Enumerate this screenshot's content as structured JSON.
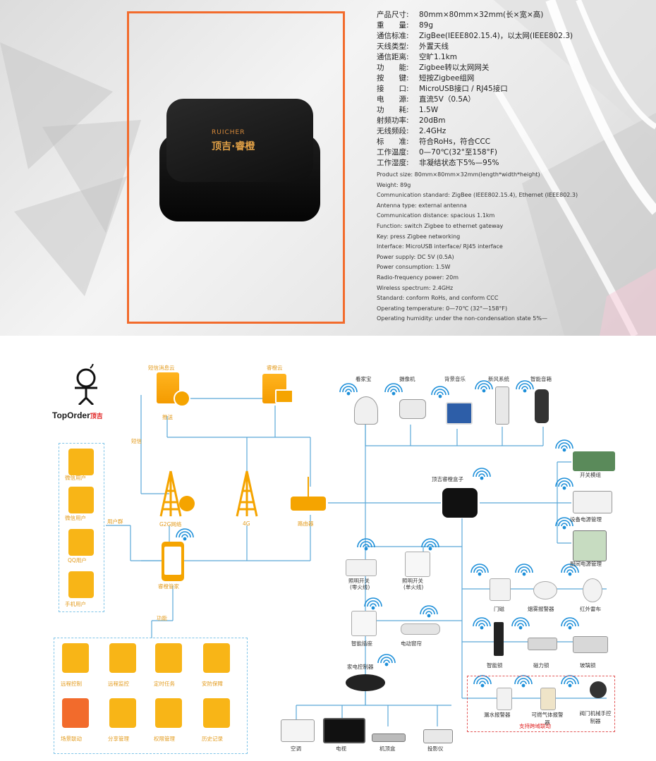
{
  "product": {
    "brand_en": "RUICHER",
    "brand_cn": "顶吉·睿橙"
  },
  "specs_cn": [
    {
      "k": "产品尺寸:",
      "v": "80mm×80mm×32mm(长×宽×高)"
    },
    {
      "k": "重　　量:",
      "v": "89g"
    },
    {
      "k": "通信标准:",
      "v": "ZigBee(IEEE802.15.4)，以太网(IEEE802.3)"
    },
    {
      "k": "天线类型:",
      "v": "外置天线"
    },
    {
      "k": "通信距离:",
      "v": "空旷1.1km"
    },
    {
      "k": "功　　能:",
      "v": "Zigbee转以太网网关"
    },
    {
      "k": "按　　键:",
      "v": "短按Zigbee组网"
    },
    {
      "k": "接　　口:",
      "v": "MicroUSB接口 / RJ45接口"
    },
    {
      "k": "电　　源:",
      "v": "直流5V（0.5A）"
    },
    {
      "k": "功　　耗:",
      "v": "1.5W"
    },
    {
      "k": "射频功率:",
      "v": "20dBm"
    },
    {
      "k": "无线频段:",
      "v": "2.4GHz"
    },
    {
      "k": "标　　准:",
      "v": "符合RoHs，符合CCC"
    },
    {
      "k": "工作温度:",
      "v": "0—70℃(32°至158°F)"
    },
    {
      "k": "工作湿度:",
      "v": "非凝结状态下5%—95%"
    }
  ],
  "specs_en": [
    "Product size: 80mm×80mm×32mm(length*width*height)",
    "Weight: 89g",
    "Communication standard: ZigBee (IEEE802.15.4), Ethernet (IEEE802.3)",
    "Antenna type: external antenna",
    "Communication distance: spacious 1.1km",
    "Function: switch Zigbee to ethernet gateway",
    "Key: press Zigbee networking",
    "Interface: MicroUSB interface/ RJ45 interface",
    "Power supply: DC 5V (0.5A)",
    "Power consumption: 1.5W",
    "Radio-frequency power: 20m",
    "Wireless spectrum: 2.4GHz",
    "Standard: conform RoHs, and conform CCC",
    "Operating temperature: 0—70℃ (32°—158°F)",
    "Operating humidity: under the non-condensation state 5%—"
  ],
  "logo": {
    "text": "TopOrder",
    "cn": "顶吉"
  },
  "labels": {
    "sms_cloud": "短信消息云",
    "ruicheng_cloud": "睿橙云",
    "push": "推送",
    "sms": "短信",
    "tower_2g": "G2G网络",
    "tower_4g": "4G",
    "router": "路由器",
    "user_group": "用户群",
    "wechat_user": "微信用户",
    "weixin_user": "微信用户",
    "qq_user": "QQ用户",
    "phone_user": "手机用户",
    "app": "睿橙管家",
    "func": "功能",
    "gateway": "顶吉睿橙盒子",
    "camera1": "看家宝",
    "camera2": "摄像机",
    "music": "背景音乐",
    "fresh_air": "新风系统",
    "speaker": "智能音箱",
    "switch_module": "开关模组",
    "power_mgmt": "设备电源管理",
    "kitchen_power": "厨间电源管理",
    "light_switch1": "照明开关",
    "light_switch1b": "(零火线)",
    "light_switch2": "照明开关",
    "light_switch2b": "(单火线)",
    "door_sensor": "门磁",
    "smoke": "烟雾报警器",
    "ir": "红外雷布",
    "socket": "智能插座",
    "curtain": "电动窗帘",
    "smart_lock": "智能锁",
    "mag_lock": "磁力锁",
    "glass_lock": "玻璃锁",
    "ir_ctrl": "家电控制器",
    "water": "漏水报警器",
    "gas": "可燃气体报警器",
    "manipulator": "阀门机械手控制器",
    "linkage": "支持跨域联动",
    "ac": "空调",
    "tv": "电视",
    "stb": "机顶盒",
    "projector": "投影仪"
  },
  "functions": [
    {
      "label": "远程控制",
      "icon": "remote-control-icon"
    },
    {
      "label": "远程监控",
      "icon": "remote-monitor-icon"
    },
    {
      "label": "定时任务",
      "icon": "timer-icon"
    },
    {
      "label": "安防保障",
      "icon": "home-security-icon"
    },
    {
      "label": "场景联动",
      "icon": "scene-icon"
    },
    {
      "label": "分享管理",
      "icon": "share-icon"
    },
    {
      "label": "权限管理",
      "icon": "permission-icon"
    },
    {
      "label": "历史记录",
      "icon": "history-icon"
    }
  ]
}
